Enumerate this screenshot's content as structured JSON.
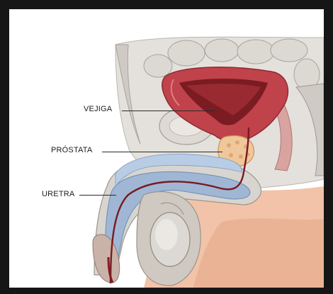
{
  "labels": {
    "bladder": "VEJIGA",
    "prostate": "PRÓSTATA",
    "urethra": "URETRA"
  },
  "colors": {
    "frame": "#161616",
    "background": "#ffffff",
    "skin": "#f2c3a8",
    "bone_tissue": "#d9d6d0",
    "bladder": "#c0424a",
    "prostate": "#f0c79a",
    "spongy_tissue": "#9fb7d4",
    "urethra": "#7a1a22"
  }
}
